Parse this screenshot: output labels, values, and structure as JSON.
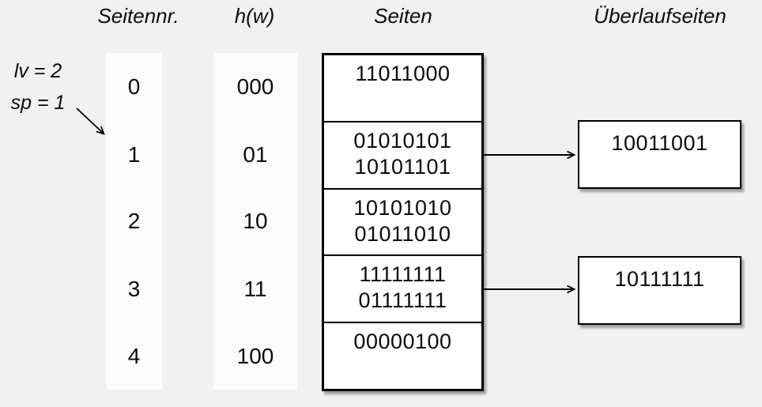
{
  "headers": {
    "seitennr": "Seitennr.",
    "hw": "h(w)",
    "seiten": "Seiten",
    "ueberlaufseiten": "Überlaufseiten"
  },
  "annotation": {
    "lv": "lv = 2",
    "sp": "sp = 1"
  },
  "table": {
    "rows": [
      {
        "nr": "0",
        "hash": "000",
        "entries": [
          "11011000"
        ]
      },
      {
        "nr": "1",
        "hash": "01",
        "entries": [
          "01010101",
          "10101101"
        ],
        "overflow": "10011001"
      },
      {
        "nr": "2",
        "hash": "10",
        "entries": [
          "10101010",
          "01011010"
        ]
      },
      {
        "nr": "3",
        "hash": "11",
        "entries": [
          "11111111",
          "01111111"
        ],
        "overflow": "10111111"
      },
      {
        "nr": "4",
        "hash": "100",
        "entries": [
          "00000100"
        ]
      }
    ]
  },
  "colors": {
    "background": "#f1f1f1",
    "strip": "#fcfcfc",
    "box_fill": "#ffffff",
    "line": "#000000",
    "text": "#0c0c0c"
  }
}
